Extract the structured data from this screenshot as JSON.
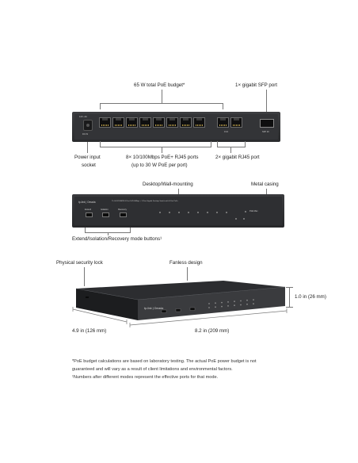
{
  "callouts": {
    "poe_budget": "65 W total PoE budget*",
    "sfp_port": "1× gigabit SFP port",
    "power_socket_line1": "Power input",
    "power_socket_line2": "socket",
    "poe_ports_line1": "8× 10/100Mbps PoE+ RJ45 ports",
    "poe_ports_line2": "(up to 30 W PoE per port)",
    "gigabit_ports": "2× gigabit RJ45 port",
    "desktop_wall": "Desktop/Wall-mounting",
    "metal_casing": "Metal casing",
    "mode_buttons": "Extend/Isolation/Recovery mode buttons¹",
    "security_lock": "Physical security lock",
    "fanless": "Fanless design",
    "height": "1.0 in (26 mm)",
    "depth": "4.9 in (126 mm)",
    "width": "8.2 in (209 mm)"
  },
  "device_text": {
    "rear_dc": "12V⎓4A",
    "brand": "tp-link | Omada",
    "front_model": "TL-SG1210MPE 8-Port 10/100Mbps + 2-Port Gigabit Desktop Switch with 8-Port PoE+",
    "front_modes": [
      "Extend",
      "Isolation",
      "Recovery"
    ],
    "front_right": "PoE Max",
    "sfp_label": "SFP 10",
    "gig_label": "9  10"
  },
  "footnotes": {
    "line1": "*PoE budget calculations are based on laboratory testing. The actual PoE power budget is not",
    "line2": "guaranteed and will vary as a result of client limitations and environmental factors.",
    "line3": "¹Numbers after different modes represent the effective ports for that mode."
  }
}
